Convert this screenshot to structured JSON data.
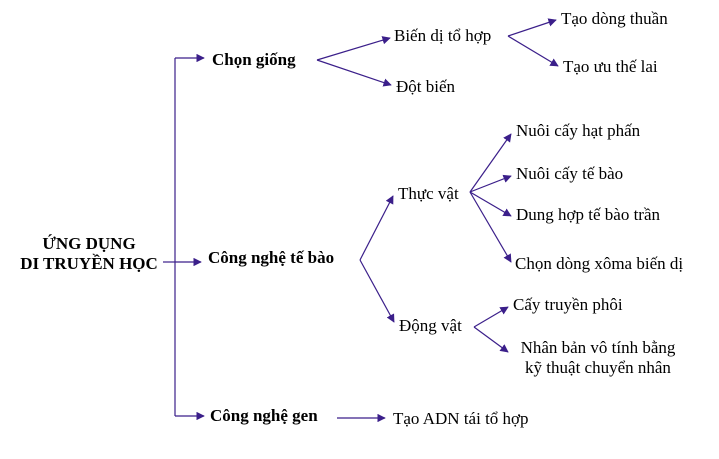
{
  "diagram": {
    "line_color": "#3b1f8a",
    "root": {
      "line1": "ỨNG DỤNG",
      "line2": "DI TRUYỀN HỌC"
    },
    "branches": {
      "chon_giong": {
        "label": "Chọn giống",
        "children": {
          "bien_di": {
            "label": "Biến dị tổ hợp",
            "children": [
              "Tạo dòng thuần",
              "Tạo ưu thế lai"
            ]
          },
          "dot_bien": {
            "label": "Đột biến"
          }
        }
      },
      "cong_nghe_te_bao": {
        "label": "Công nghệ tế bào",
        "children": {
          "thuc_vat": {
            "label": "Thực vật",
            "children": [
              "Nuôi cấy hạt phấn",
              "Nuôi cấy tế bào",
              "Dung hợp tế bào trần",
              "Chọn dòng xôma biến dị"
            ]
          },
          "dong_vat": {
            "label": "Động vật",
            "children": [
              "Cấy truyền phôi",
              "Nhân bản vô tính bằng",
              "kỹ thuật chuyển nhân"
            ]
          }
        }
      },
      "cong_nghe_gen": {
        "label": "Công nghệ gen",
        "children": [
          "Tạo ADN tái tổ hợp"
        ]
      }
    }
  }
}
